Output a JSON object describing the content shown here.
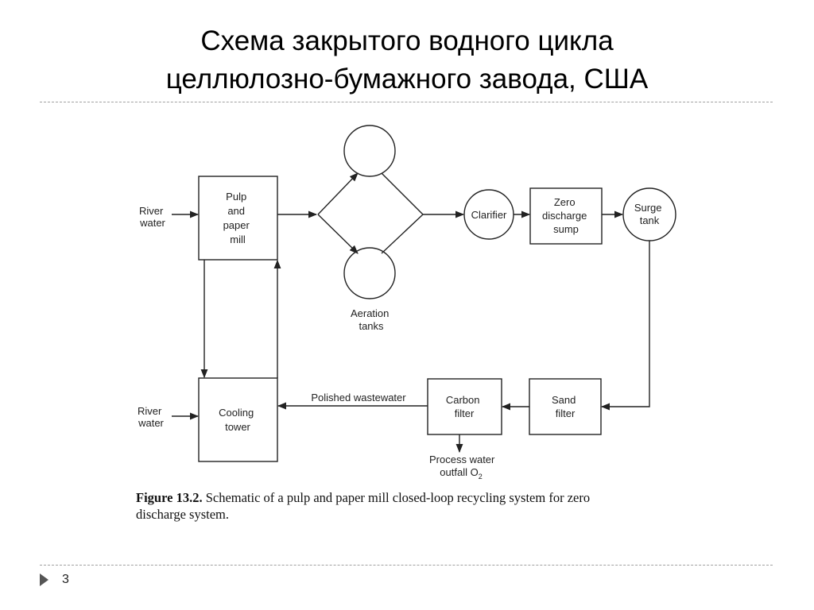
{
  "slide": {
    "title_line1": "Схема закрытого водного цикла",
    "title_line2": "целлюлозно-бумажного завода, США",
    "page_number": "3"
  },
  "diagram": {
    "labels": {
      "river_water_top": [
        "River",
        "water"
      ],
      "pulp_mill": [
        "Pulp",
        "and",
        "paper",
        "mill"
      ],
      "aeration_tanks": [
        "Aeration",
        "tanks"
      ],
      "clarifier": [
        "Clarifier"
      ],
      "zero_discharge_sump": [
        "Zero",
        "discharge",
        "sump"
      ],
      "surge_tank": [
        "Surge",
        "tank"
      ],
      "river_water_bottom": [
        "River",
        "water"
      ],
      "cooling_tower": [
        "Cooling",
        "tower"
      ],
      "polished_wastewater": [
        "Polished wastewater"
      ],
      "carbon_filter": [
        "Carbon",
        "filter"
      ],
      "sand_filter": [
        "Sand",
        "filter"
      ],
      "process_water_outfall": [
        "Process water",
        "outfall O",
        "2"
      ]
    },
    "caption": {
      "bold": "Figure 13.2.",
      "line1": " Schematic of a pulp and paper mill closed-loop recycling system for zero",
      "line2": "discharge system."
    }
  },
  "colors": {
    "rule": "#a0a0a0",
    "line": "#222222",
    "bullet": "#555555"
  }
}
